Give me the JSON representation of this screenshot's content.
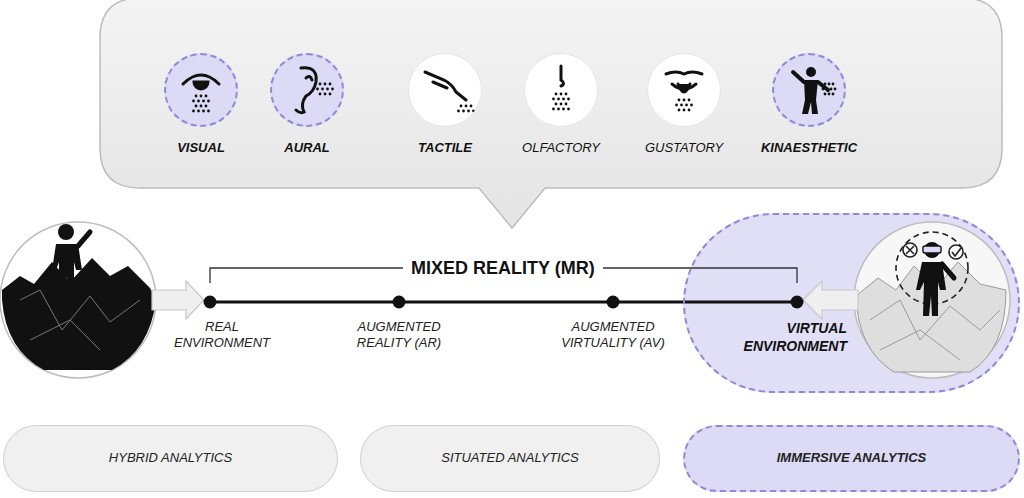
{
  "diagram": {
    "nodes": [
      {
        "text": [
          "VISUAL"
        ]
      },
      {
        "text": [
          "AURAL"
        ]
      },
      {
        "text": [
          "TACTILE"
        ]
      },
      {
        "text": [
          "OLFACTORY"
        ]
      },
      {
        "text": [
          "GUSTATORY"
        ]
      },
      {
        "text": [
          "KINAESTHETIC"
        ]
      },
      {
        "text": [
          "VIRTUAL ENVIRONMENT"
        ]
      },
      {
        "text": [
          "HYBRID ANALYTICS"
        ]
      },
      {
        "text": [
          "SITUATED ANALYTICS"
        ]
      },
      {
        "text": [
          "IMMERSIVE ANALYTICS"
        ]
      }
    ],
    "labels": [
      "MIXED REALITY (MR)",
      "REAL ENVIRONMENT",
      "AUGMENTED REALITY (AR)",
      "AUGMENTED VIRTUALITY (AV)"
    ]
  }
}
